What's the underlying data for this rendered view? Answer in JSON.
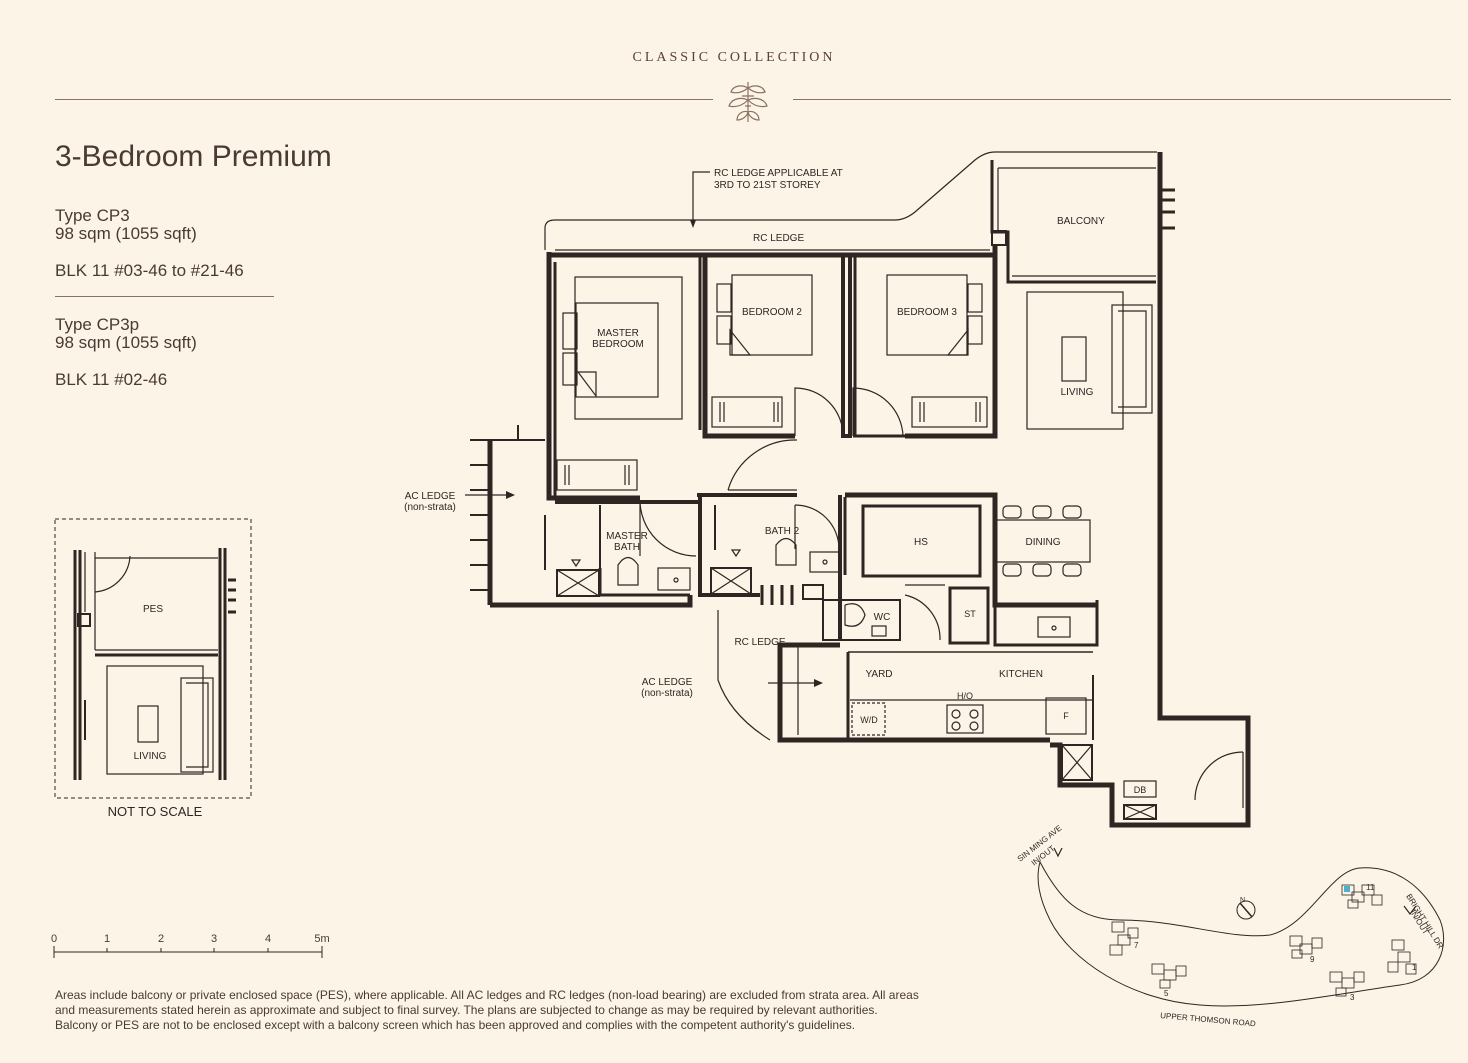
{
  "header": {
    "brand": "CLASSIC COLLECTION"
  },
  "unit": {
    "title": "3-Bedroom Premium",
    "type_a": "Type CP3",
    "area_a": "98 sqm (1055 sqft)",
    "blocks_a": "BLK 11 #03-46 to #21-46",
    "type_b": "Type CP3p",
    "area_b": "98 sqm (1055 sqft)",
    "blocks_b": "BLK 11 #02-46"
  },
  "plan_labels": {
    "rc_ledge_note_1": "RC LEDGE APPLICABLE AT",
    "rc_ledge_note_2": "3RD TO 21ST STOREY",
    "rc_ledge_top": "RC LEDGE",
    "balcony": "BALCONY",
    "master_bedroom_1": "MASTER",
    "master_bedroom_2": "BEDROOM",
    "bedroom2": "BEDROOM 2",
    "bedroom3": "BEDROOM 3",
    "living": "LIVING",
    "ac_ledge_1": "AC LEDGE",
    "ac_ledge_1_sub": "(non-strata)",
    "master_bath_1": "MASTER",
    "master_bath_2": "BATH",
    "bath2": "BATH 2",
    "hs": "HS",
    "dining": "DINING",
    "wc": "WC",
    "st": "ST",
    "rc_ledge_mid": "RC LEDGE",
    "ac_ledge_2": "AC LEDGE",
    "ac_ledge_2_sub": "(non-strata)",
    "yard": "YARD",
    "kitchen": "KITCHEN",
    "ho": "H/O",
    "wd": "W/D",
    "fridge": "F",
    "db": "DB"
  },
  "keyplan": {
    "pes": "PES",
    "living": "LIVING",
    "caption": "NOT TO SCALE"
  },
  "scale": {
    "ticks": [
      "0",
      "1",
      "2",
      "3",
      "4",
      "5m"
    ]
  },
  "site": {
    "road_top_1": "SIN MING AVE",
    "road_top_2": "IN/OUT",
    "road_right_1": "BRIGHT HILL DR",
    "road_right_2": "IN/OUT",
    "road_bottom": "UPPER THOMSON ROAD",
    "north": "N",
    "blocks": [
      "11",
      "7",
      "9",
      "1",
      "5",
      "3"
    ]
  },
  "footer": {
    "line1": "Areas include balcony or private enclosed space (PES), where applicable. All AC ledges and RC ledges (non-load bearing) are excluded from strata area. All areas",
    "line2": "and measurements stated herein as approximate and subject to final survey. The plans are subjected to change as may be required by relevant authorities.",
    "line3": "Balcony or PES are not to be enclosed except with a balcony screen which has been approved and complies with the competent authority's guidelines."
  },
  "colors": {
    "background": "#fcf4e7",
    "wall": "#2e2622",
    "text": "#4a3a33",
    "accent": "#4fb0c6"
  }
}
